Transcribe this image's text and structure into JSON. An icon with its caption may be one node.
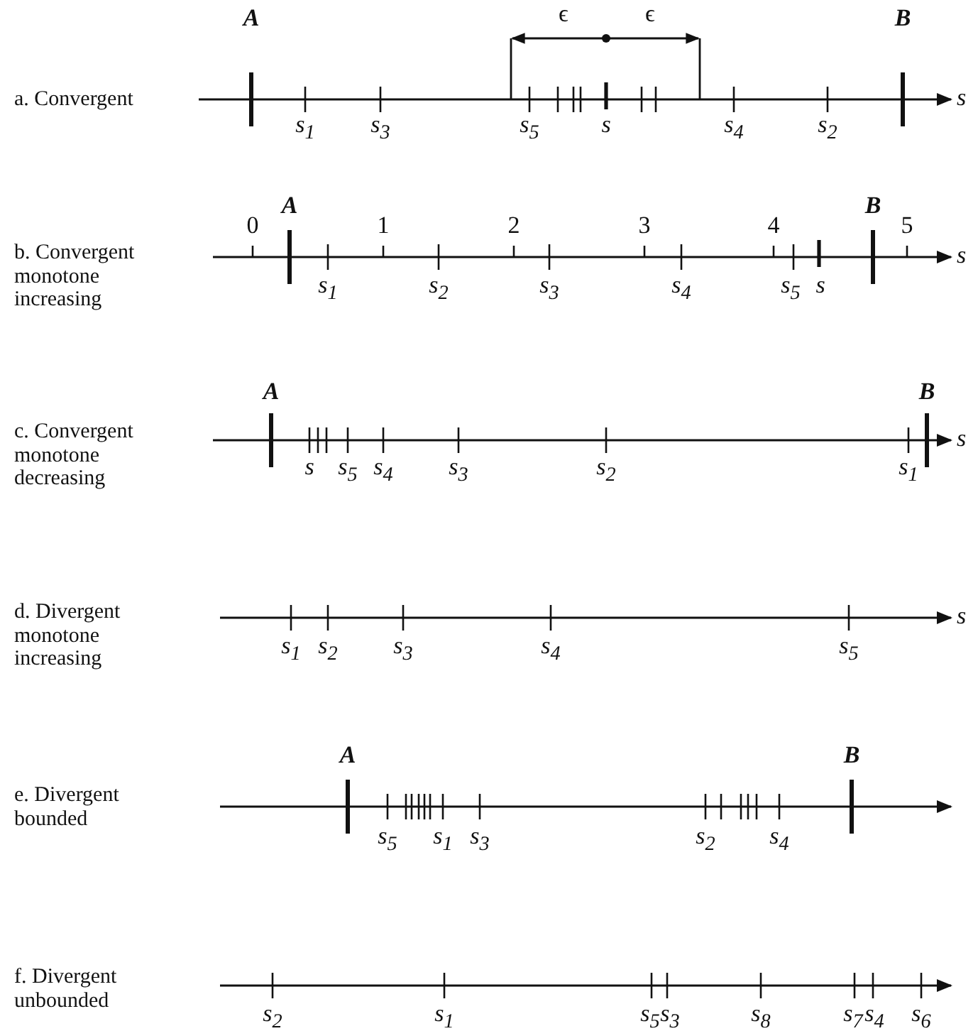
{
  "diagram": {
    "labels": [
      "a. Convergent",
      "A",
      "ϵ",
      "ϵ",
      "B",
      "s$_{1}$",
      "s$_{3}$",
      "s$_{5}$",
      "s",
      "s$_{4}$",
      "s$_{2}$",
      "s",
      "b. Convergent monotone increasing",
      "0",
      "A",
      "1",
      "2",
      "3",
      "4",
      "B",
      "5",
      "s$_{1}$",
      "s$_{2}$",
      "s$_{3}$",
      "s$_{4}$",
      "s$_{5}$",
      "s",
      "s",
      "c. Convergent monotone decreasing",
      "A",
      "B",
      "s",
      "s$_{5}$",
      "s$_{4}$",
      "s$_{3}$",
      "s$_{2}$",
      "s$_{1}$",
      "s",
      "d. Divergent monotone increasing",
      "s$_{1}$",
      "s$_{2}$",
      "s$_{3}$",
      "s$_{4}$",
      "s$_{5}$",
      "s",
      "e. Divergent bounded",
      "A",
      "B",
      "s$_{5}$",
      "s$_{1}$",
      "s$_{3}$",
      "s$_{2}$",
      "s$_{4}$",
      "f. Divergent unbounded",
      "s$_{2}$",
      "s$_{1}$",
      "s$_{5}$",
      "s$_{3}$",
      "s$_{8}$",
      "s$_{7}$",
      "s$_{4}$",
      "s$_{6}$"
    ]
  }
}
